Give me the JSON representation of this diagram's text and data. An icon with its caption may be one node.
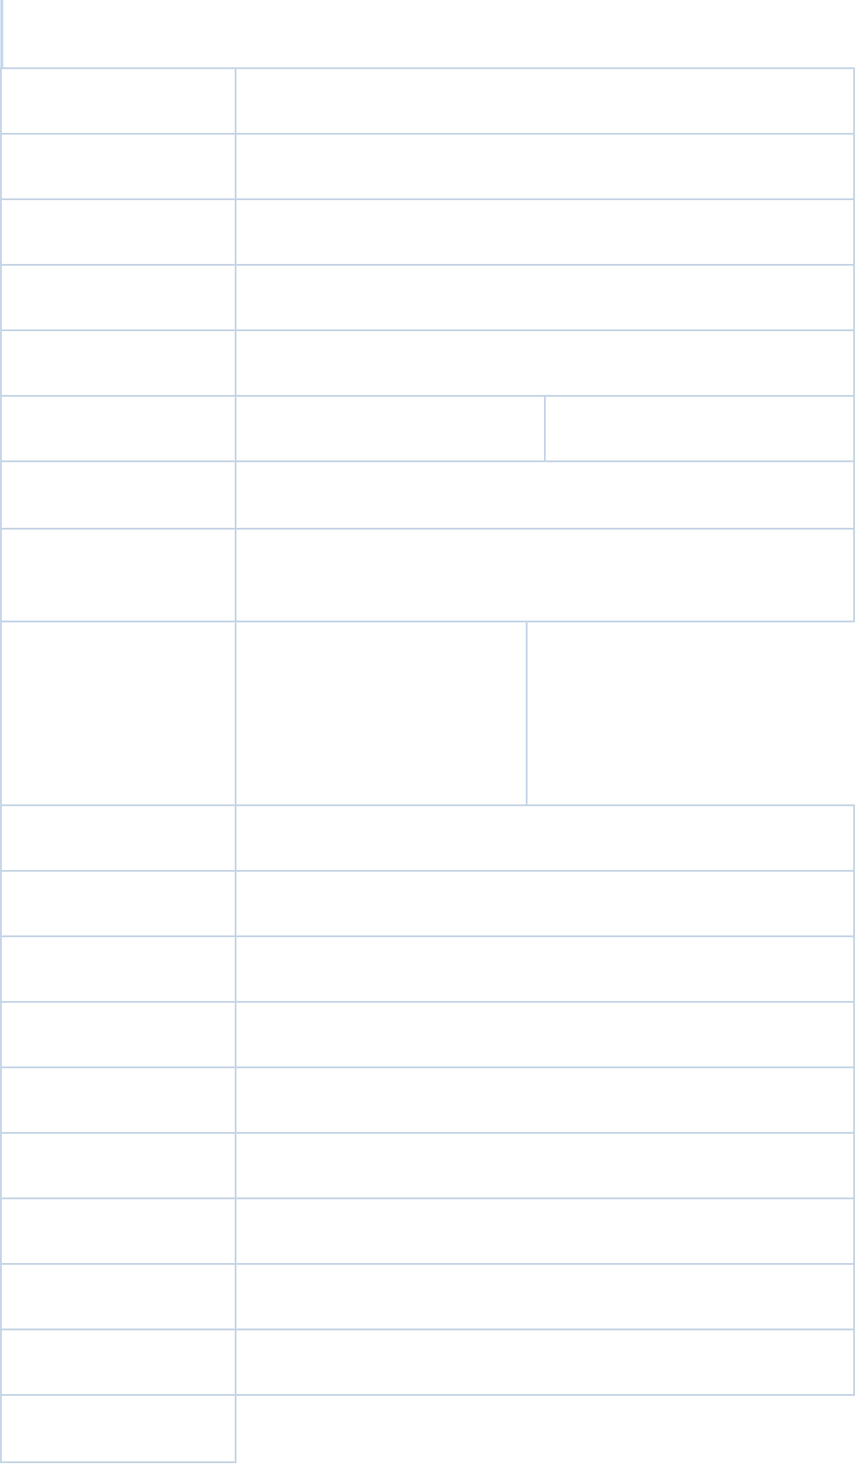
{
  "diagram": {
    "nodes": [
      {
        "text": [],
        "shape": "box"
      },
      {
        "text": [],
        "shape": "box"
      },
      {
        "text": [],
        "shape": "box"
      },
      {
        "text": [],
        "shape": "box"
      },
      {
        "text": [],
        "shape": "box"
      },
      {
        "text": [],
        "shape": "box"
      },
      {
        "text": [],
        "shape": "box"
      },
      {
        "text": [],
        "shape": "box"
      },
      {
        "text": [],
        "shape": "box"
      },
      {
        "text": [],
        "shape": "box"
      },
      {
        "text": [],
        "shape": "box"
      },
      {
        "text": [],
        "shape": "box"
      },
      {
        "text": [],
        "shape": "box"
      },
      {
        "text": [],
        "shape": "box"
      },
      {
        "text": [],
        "shape": "box"
      },
      {
        "text": [],
        "shape": "box"
      },
      {
        "text": [],
        "shape": "box"
      },
      {
        "text": [],
        "shape": "box"
      },
      {
        "text": [],
        "shape": "box"
      },
      {
        "text": [],
        "shape": "box"
      },
      {
        "text": [],
        "shape": "box"
      },
      {
        "text": [],
        "shape": "box"
      },
      {
        "text": [],
        "shape": "box"
      },
      {
        "text": [],
        "shape": "box"
      },
      {
        "text": [],
        "shape": "box"
      },
      {
        "text": [],
        "shape": "box"
      },
      {
        "text": [],
        "shape": "box"
      },
      {
        "text": [],
        "shape": "box"
      },
      {
        "text": [],
        "shape": "box"
      },
      {
        "text": [],
        "shape": "box"
      },
      {
        "text": [],
        "shape": "box"
      },
      {
        "text": [],
        "shape": "box"
      },
      {
        "text": [],
        "shape": "box"
      },
      {
        "text": [],
        "shape": "box"
      },
      {
        "text": [],
        "shape": "box"
      },
      {
        "text": [],
        "shape": "box"
      },
      {
        "text": [],
        "shape": "box"
      },
      {
        "text": [],
        "shape": "box"
      },
      {
        "text": [],
        "shape": "box"
      },
      {
        "text": [],
        "shape": "box"
      }
    ]
  }
}
